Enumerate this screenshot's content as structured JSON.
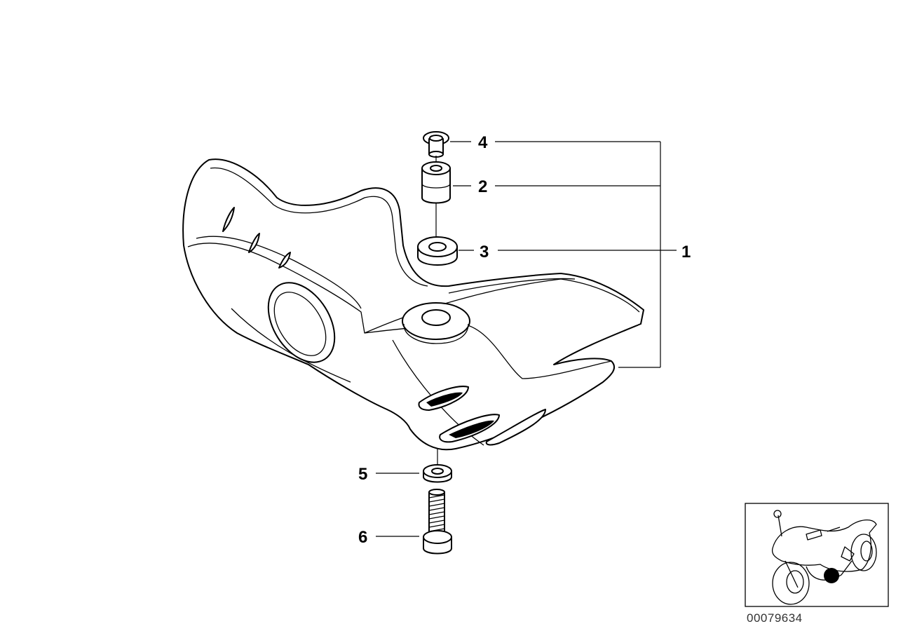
{
  "callouts": {
    "c1": "1",
    "c2": "2",
    "c3": "3",
    "c4": "4",
    "c5": "5",
    "c6": "6"
  },
  "reference_code": "00079634"
}
